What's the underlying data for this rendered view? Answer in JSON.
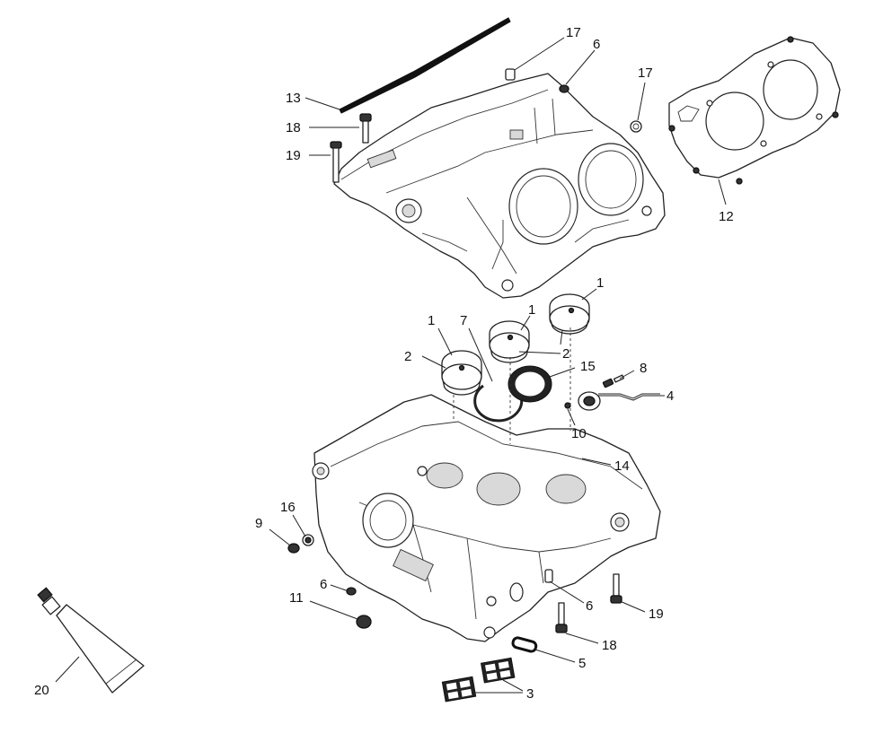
{
  "callouts": {
    "c1a": "1",
    "c1b": "1",
    "c1c": "1",
    "c2a": "2",
    "c2b": "2",
    "c3": "3",
    "c4": "4",
    "c5": "5",
    "c6a": "6",
    "c6b": "6",
    "c6c": "6",
    "c7": "7",
    "c8": "8",
    "c9": "9",
    "c10": "10",
    "c11": "11",
    "c12": "12",
    "c13": "13",
    "c14": "14",
    "c15": "15",
    "c16": "16",
    "c17a": "17",
    "c17b": "17",
    "c18a": "18",
    "c18b": "18",
    "c19a": "19",
    "c19b": "19",
    "c20": "20"
  }
}
